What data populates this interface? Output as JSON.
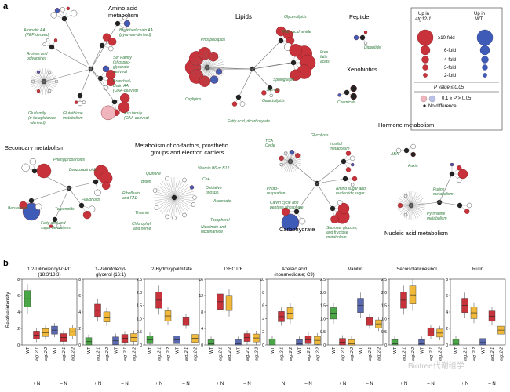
{
  "panel_labels": {
    "a": "a",
    "b": "b"
  },
  "networks": {
    "amino": {
      "title_line1": "Amino acid",
      "title_line2": "metabolism",
      "labels": [
        "Aromatic AA",
        "(PEP-derived)",
        "Amines and",
        "polyamines",
        "Glu family",
        "(α-ketoglutarate",
        "-derived)",
        "Glutathione",
        "metabolism",
        "Branched-chain AA",
        "(pyruvate-derived)",
        "Ser Family",
        "(phospho-",
        "glycerate-",
        "derived)",
        "Branched-",
        "chain AA",
        "(OAA-derived)",
        "Asp family",
        "(OAA-derived)"
      ]
    },
    "lipids": {
      "title": "Lipids",
      "labels": [
        "Glycerolipids",
        "Phospholipids",
        "Fatty acid amide",
        "Free",
        "fatty",
        "acids",
        "Sphingolipid",
        "Sterols",
        "Galactolipids",
        "Oxylipins",
        "Fatty acid, dicarboxylate"
      ]
    },
    "peptide": {
      "title": "Peptide",
      "labels": [
        "Dipeptide"
      ]
    },
    "xenobiotics": {
      "title": "Xenobiotics",
      "labels": [
        "Chemicals"
      ]
    },
    "hormone": {
      "title": "Hormone metabolism",
      "labels": [
        "ABA",
        "Auxin"
      ]
    },
    "secondary": {
      "title": "Secondary metabolism",
      "labels": [
        "Phenylpropanoids",
        "Benzoxazinoids",
        "Flavonoids",
        "Terpenoids",
        "Benzenoids",
        "Fatty acid and",
        "sugar derivatives"
      ]
    },
    "cofactors": {
      "title_line1": "Metabolism of co-factors, prosthetic",
      "title_line2": "groups and electron carriers",
      "labels": [
        "Vitamin B6 or B12",
        "Quinone",
        "CoA",
        "Biotin",
        "Oxidative",
        "phosph.",
        "Riboflavin",
        "and FAD",
        "Ascorbate",
        "Thiamin",
        "Tocopherol",
        "Chlorophyll",
        "and heme",
        "Nicotinate and",
        "nicotinamide"
      ]
    },
    "carbohydrate": {
      "title": "Carbohydrate",
      "labels": [
        "Glycolysis",
        "TCA",
        "Cycle",
        "Inositol",
        "metabolism",
        "Photo-",
        "respiration",
        "Amino sugar and",
        "nucleotide sugar",
        "Calvin cycle and",
        "pentose phosphate",
        "Sucrose, glucose,",
        "and fructose",
        "metabolism"
      ]
    },
    "nucleic": {
      "title": "Nucleic acid metabolism",
      "labels": [
        "Purine",
        "metabolism",
        "Pyrimidine",
        "metabolism"
      ]
    }
  },
  "legend": {
    "header_left_line1": "Up in",
    "header_left_line2": "atg12-1",
    "header_right_line1": "Up in",
    "header_right_line2": "WT",
    "fold_labels": [
      "≥10-fold",
      "6-fold",
      "4-fold",
      "3-fold",
      "2-fold"
    ],
    "pvalue_label": "P value ≤ 0.05",
    "range_label": "0.1 ≥ P > 0.05",
    "nodiff_label": "No difference",
    "up_atg_color": "#c8323a",
    "up_wt_color": "#3f5bb8"
  },
  "panel_b": {
    "ylabel": "Relative intensity",
    "group_labels": [
      "+ N",
      "– N"
    ],
    "x_labels": [
      "WT",
      "atg12-1",
      "atg12-2",
      "WT",
      "atg12-1",
      "atg12-2"
    ],
    "colors": {
      "WT_plusN": "#4ba648",
      "atg_plusN": "#c8323a",
      "atg2_plusN": "#f0b93a",
      "WT_minusN": "#5a6ab0"
    },
    "panels": [
      {
        "title_line1": "1,2-Dilinolenoyl-GPC",
        "title_line2": "(18:3/18:3)",
        "yticks": [
          "0",
          "2",
          "4",
          "6",
          "8"
        ],
        "medians": [
          5.6,
          1.2,
          1.5,
          1.8,
          0.9,
          1.6
        ]
      },
      {
        "title_line1": "1-Palmitoleoyl-",
        "title_line2": "glycerol (16:1)",
        "yticks": [
          "0",
          "2",
          "4",
          "6",
          "8"
        ],
        "medians": [
          0.4,
          4.2,
          3.4,
          0.5,
          0.8,
          0.9
        ]
      },
      {
        "title_line1": "2-Hydroxypalmitate",
        "title_line2": "",
        "yticks": [
          "0",
          "0.5",
          "1.0",
          "1.5",
          "2.0",
          "2.5"
        ],
        "medians": [
          0.2,
          1.7,
          1.1,
          0.2,
          0.9,
          0.25
        ]
      },
      {
        "title_line1": "13HOTrE",
        "title_line2": "",
        "yticks": [
          "0",
          "4",
          "8",
          "12",
          "16"
        ],
        "medians": [
          0.3,
          10.5,
          10.2,
          0.3,
          1.8,
          1.7
        ]
      },
      {
        "title_line1": "Azelaic acid",
        "title_line2": "(nonanedioate; C9)",
        "yticks": [
          "0",
          "2",
          "4",
          "6",
          "8",
          "10"
        ],
        "medians": [
          0.3,
          4.3,
          4.8,
          0.2,
          0.8,
          0.7
        ]
      },
      {
        "title_line1": "Vanillin",
        "title_line2": "",
        "yticks": [
          "0",
          "0.5",
          "1.0",
          "1.5",
          "2.0",
          "2.5"
        ],
        "medians": [
          1.2,
          0.1,
          0.05,
          1.5,
          0.9,
          0.8
        ]
      },
      {
        "title_line1": "Secoisolariciresinol",
        "title_line2": "",
        "yticks": [
          "0",
          "0.5",
          "1.0",
          "1.5",
          "2.0",
          "2.5"
        ],
        "medians": [
          0.05,
          1.7,
          1.9,
          0.05,
          0.5,
          0.45
        ]
      },
      {
        "title_line1": "Rutin",
        "title_line2": "",
        "yticks": [
          "0",
          "2",
          "4",
          "6",
          "8"
        ],
        "medians": [
          0.2,
          4.8,
          3.9,
          0.3,
          3.5,
          1.8
        ]
      }
    ]
  },
  "watermark": "Biotree代谢组学"
}
